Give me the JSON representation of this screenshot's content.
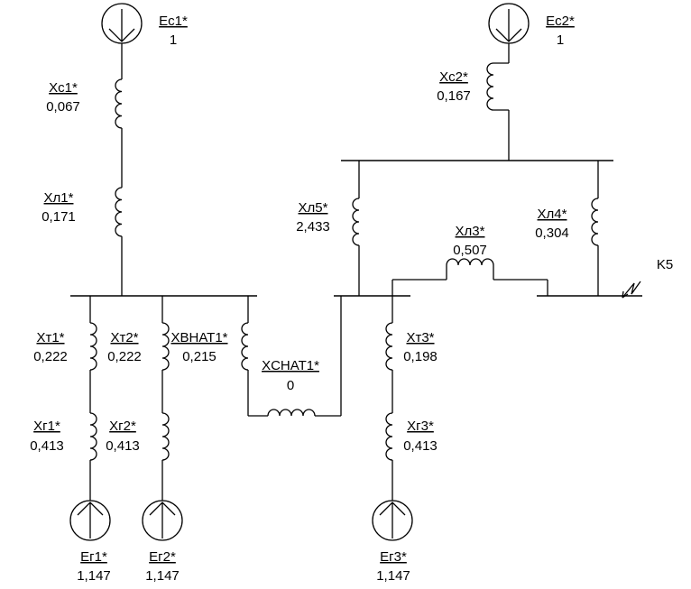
{
  "sources": {
    "ec1": {
      "name": "Ec1*",
      "value": "1"
    },
    "ec2": {
      "name": "Ec2*",
      "value": "1"
    },
    "eg1": {
      "name": "Eг1*",
      "value": "1,147"
    },
    "eg2": {
      "name": "Eг2*",
      "value": "1,147"
    },
    "eg3": {
      "name": "Eг3*",
      "value": "1,147"
    }
  },
  "reactances": {
    "xc1": {
      "name": "Xc1*",
      "value": "0,067"
    },
    "xc2": {
      "name": "Xc2*",
      "value": "0,167"
    },
    "xl1": {
      "name": "Xл1*",
      "value": "0,171"
    },
    "xl5": {
      "name": "Xл5*",
      "value": "2,433"
    },
    "xl3": {
      "name": "Xл3*",
      "value": "0,507"
    },
    "xl4": {
      "name": "Xл4*",
      "value": "0,304"
    },
    "xt1": {
      "name": "Xт1*",
      "value": "0,222"
    },
    "xt2": {
      "name": "Xт2*",
      "value": "0,222"
    },
    "xvnat1": {
      "name": "XВНАТ1*",
      "value": "0,215"
    },
    "xsnat1": {
      "name": "XСНАТ1*",
      "value": "0"
    },
    "xt3": {
      "name": "Xт3*",
      "value": "0,198"
    },
    "xg1": {
      "name": "Xг1*",
      "value": "0,413"
    },
    "xg2": {
      "name": "Xг2*",
      "value": "0,413"
    },
    "xg3": {
      "name": "Xг3*",
      "value": "0,413"
    }
  },
  "fault": {
    "label": "K5"
  }
}
